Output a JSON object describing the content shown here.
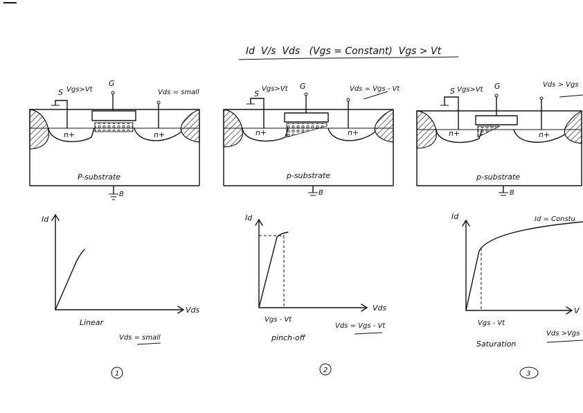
{
  "title": "Id  V/s  Vds   (Vgs = Constant)  Vgs > Vt",
  "panels": [
    {
      "source_label": "S",
      "source_condition": "Vgs>Vt",
      "gate_label": "G",
      "drain_condition": "Vds = small",
      "n_left": "n+",
      "n_right": "n+",
      "substrate": "P-substrate",
      "body_label": "B",
      "y_axis": "Id",
      "x_axis": "Vds",
      "region": "Linear",
      "region_condition": "Vds = small",
      "number": "1"
    },
    {
      "source_label": "S",
      "source_condition": "Vgs>Vt",
      "gate_label": "G",
      "drain_condition": "Vds = Vgs - Vt",
      "n_left": "n+",
      "n_right": "n+",
      "substrate": "p-substrate",
      "body_label": "B",
      "y_axis": "Id",
      "x_axis": "Vds",
      "x_tick": "Vgs - Vt",
      "region": "pinch-off",
      "region_condition": "Vds = Vgs - Vt",
      "number": "2"
    },
    {
      "source_label": "S",
      "source_condition": "Vgs>Vt",
      "gate_label": "G",
      "drain_condition": "Vds > Vgs",
      "n_left": "n+",
      "n_right": "n+",
      "substrate": "p-substrate",
      "body_label": "B",
      "y_axis": "Id",
      "x_axis": "V",
      "x_tick": "Vgs - Vt",
      "curve_label": "Id = Constu",
      "region": "Saturation",
      "region_condition": "Vds >Vgs",
      "number": "3"
    }
  ]
}
